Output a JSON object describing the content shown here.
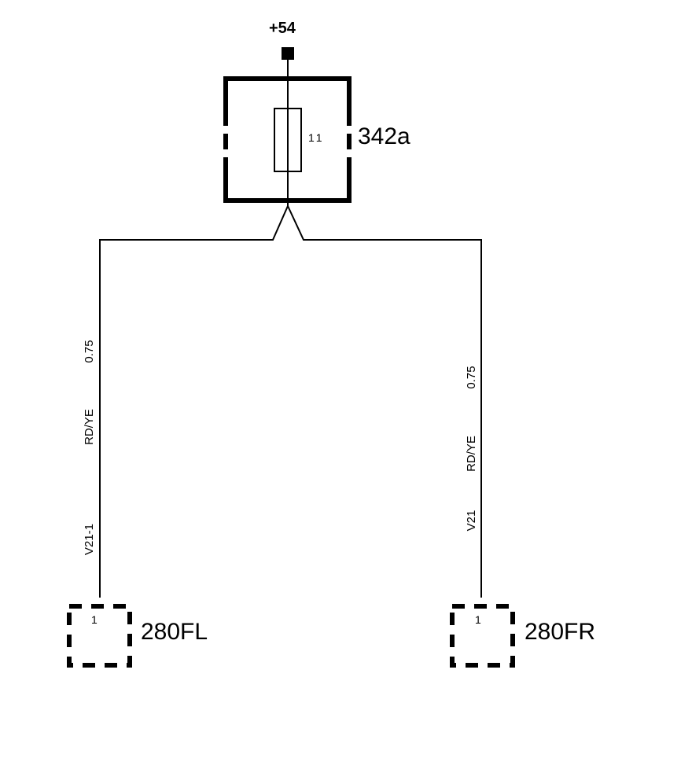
{
  "supply": {
    "label": "+54"
  },
  "fuse_box": {
    "label": "342a",
    "fuse_number": "11"
  },
  "wires": [
    {
      "id": "left",
      "size": "0.75",
      "color": "RD/YE",
      "code": "V21-1"
    },
    {
      "id": "right",
      "size": "0.75",
      "color": "RD/YE",
      "code": "V21"
    }
  ],
  "connectors": [
    {
      "id": "left",
      "label": "280FL",
      "pin": "1"
    },
    {
      "id": "right",
      "label": "280FR",
      "pin": "1"
    }
  ]
}
